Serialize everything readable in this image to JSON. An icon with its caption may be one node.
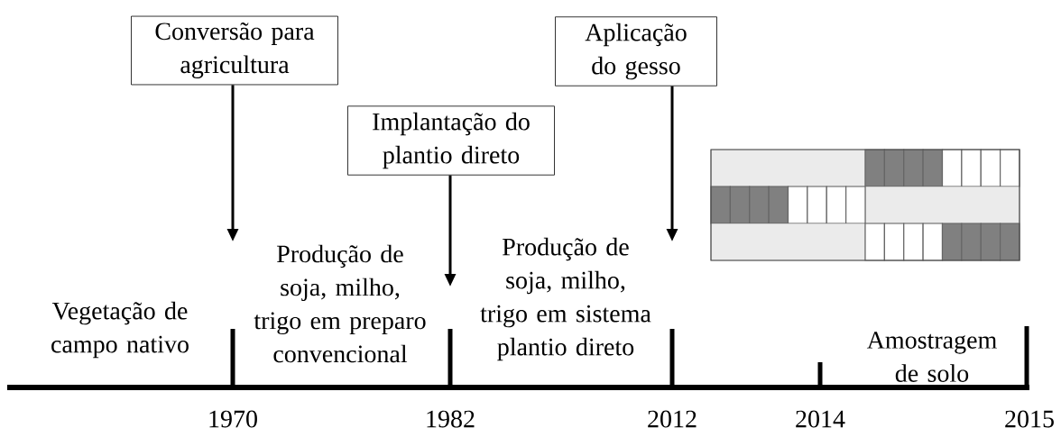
{
  "diagram": {
    "nodes": [
      {
        "text": [
          "Conversão para agricultura"
        ]
      },
      {
        "text": [
          "Implantação do plantio direto"
        ]
      },
      {
        "text": [
          "Aplicação do gesso"
        ]
      }
    ],
    "edges": [
      {
        "from": 0,
        "to": null,
        "arrow": "to"
      },
      {
        "from": 1,
        "to": null,
        "arrow": "to"
      },
      {
        "from": 2,
        "to": null,
        "arrow": "to"
      }
    ],
    "labels": [
      "Vegetação de campo nativo",
      "Produção de soja, milho, trigo em preparo convencional",
      "Produção de soja, milho, trigo em sistema plantio direto",
      "Amostragem de solo",
      "1970",
      "1982",
      "2012",
      "2014",
      "2015"
    ]
  }
}
